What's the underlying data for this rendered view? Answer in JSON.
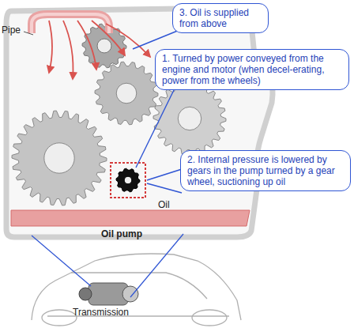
{
  "diagram": {
    "nodes": [
      {
        "text": [
          "3. Oil is supplied from above"
        ]
      },
      {
        "text": [
          "1. Turned by power conveyed from the engine and motor (when decel-erating, power from the wheels)"
        ]
      },
      {
        "text": [
          "2. Internal pressure is lowered by gears in the pump turned by a gear wheel, suctioning up oil"
        ]
      }
    ],
    "labels": [
      "Pipe",
      "Oil",
      "Oil pump",
      "Transmission"
    ]
  }
}
